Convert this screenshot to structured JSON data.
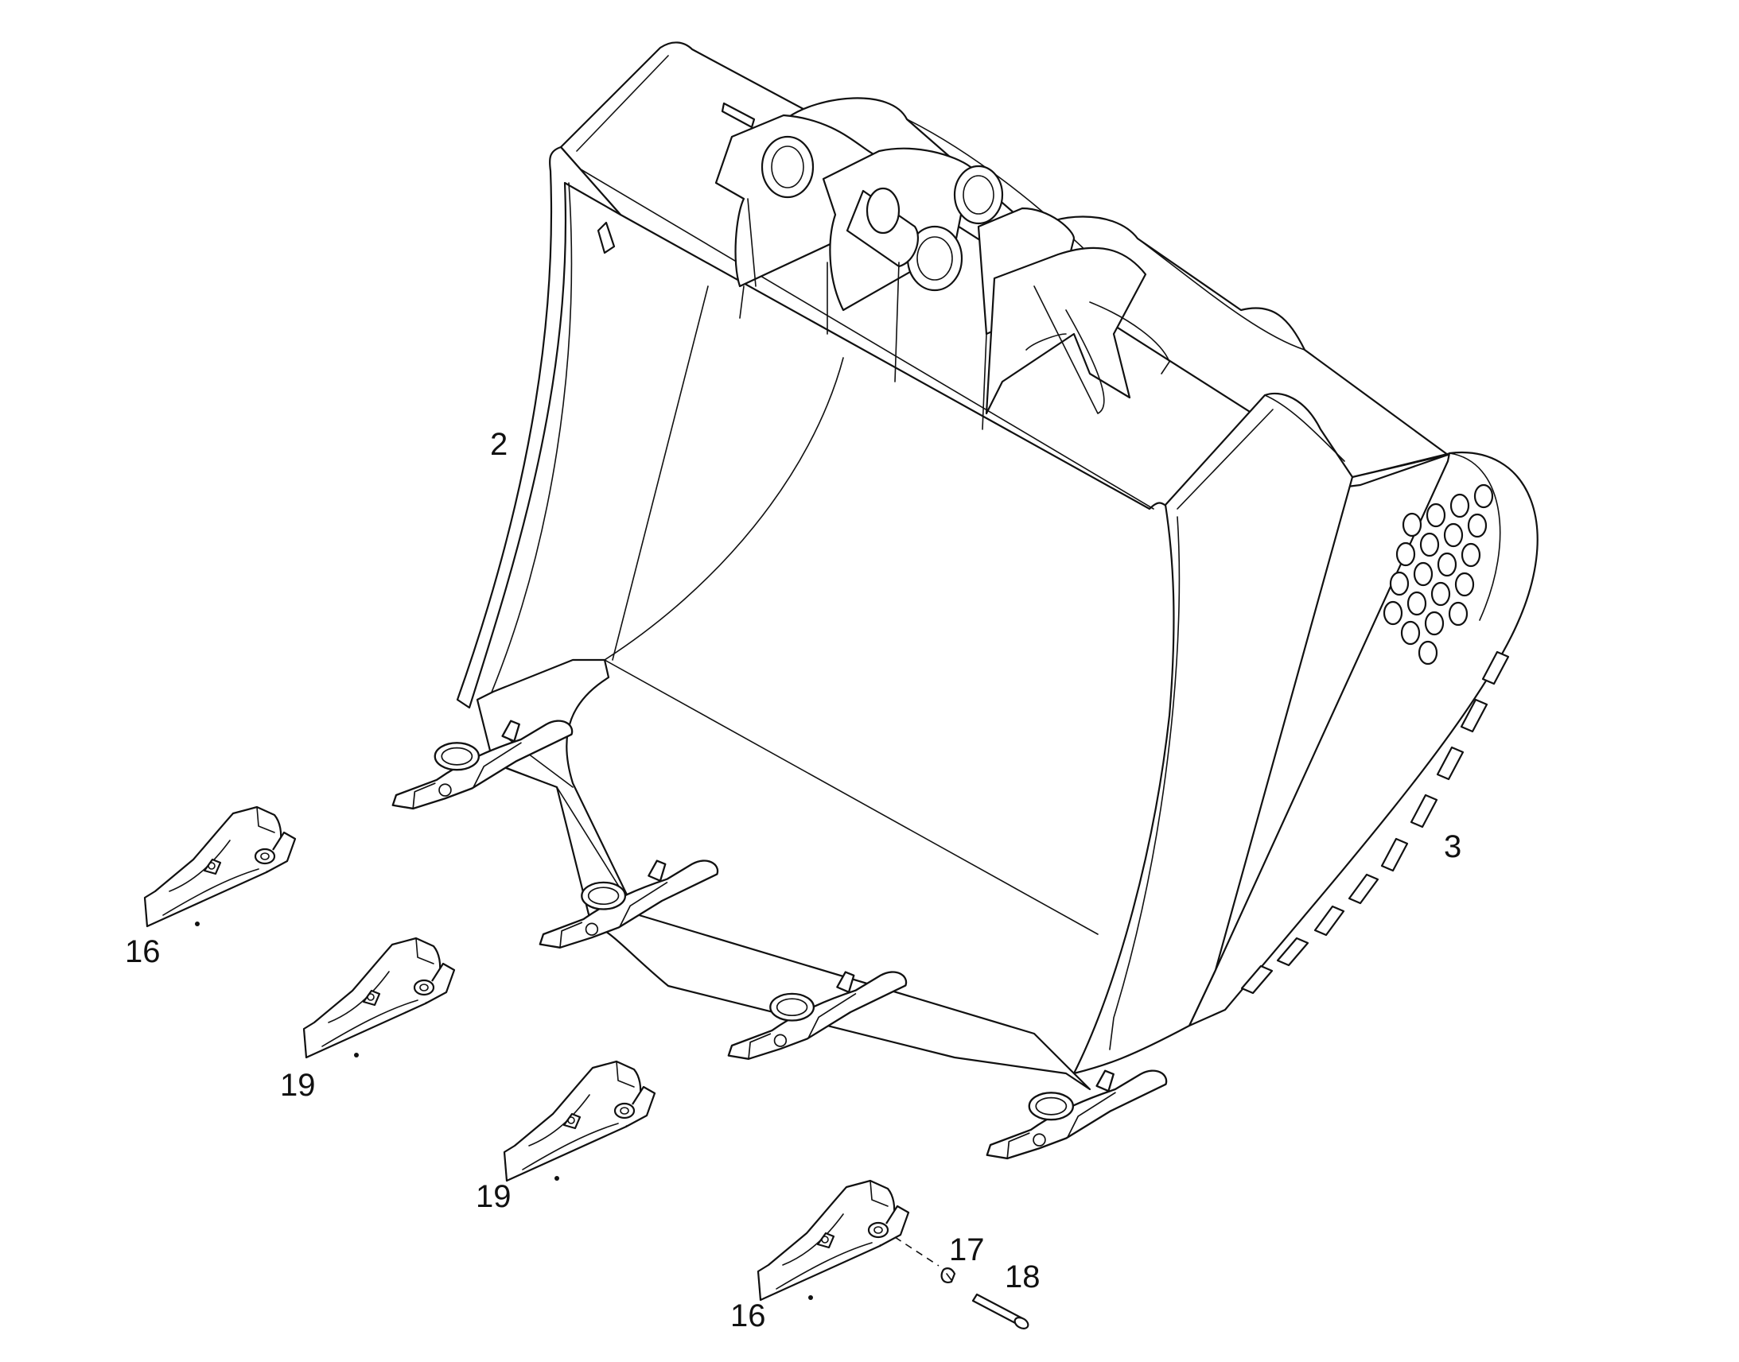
{
  "callouts": {
    "bucket_left": "2",
    "bucket_right": "3",
    "tooth_1": "16",
    "tooth_2": "19",
    "tooth_3": "19",
    "tooth_4": "16",
    "retainer": "17",
    "pin": "18"
  }
}
